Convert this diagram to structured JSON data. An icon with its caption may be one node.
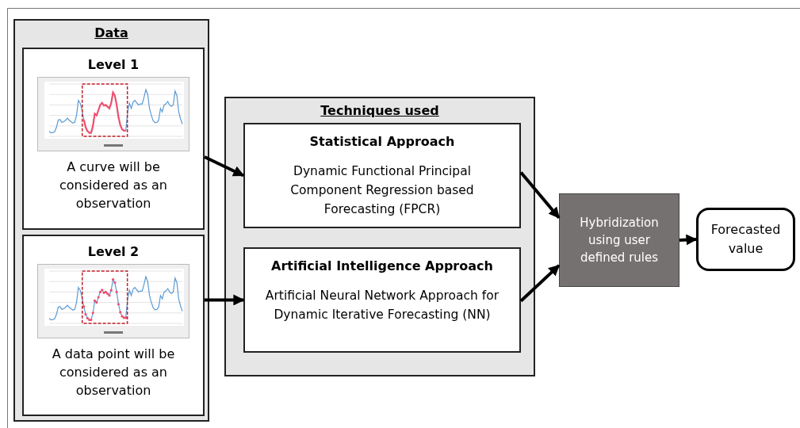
{
  "diagram": {
    "nodes": [
      {
        "text": [
          "Data"
        ]
      },
      {
        "text": [
          "Level 1",
          "A curve will be considered as an observation"
        ],
        "in": 0
      },
      {
        "text": [
          "Level 2",
          "A data point will be considered as an observation"
        ],
        "in": 0
      },
      {
        "text": [
          "Techniques used"
        ]
      },
      {
        "text": [
          "Statistical Approach",
          "Dynamic Functional Principal Component Regression based Forecasting (FPCR)"
        ],
        "in": 3
      },
      {
        "text": [
          "Artificial Intelligence Approach",
          "Artificial Neural Network Approach for Dynamic Iterative Forecasting (NN)"
        ],
        "in": 3
      },
      {
        "text": [
          "Hybridization using user defined rules"
        ]
      },
      {
        "text": [
          "Forecasted value"
        ]
      }
    ],
    "edges": [
      {
        "from": 1,
        "to": 4,
        "arrow": "to"
      },
      {
        "from": 2,
        "to": 5,
        "arrow": "to"
      },
      {
        "from": 4,
        "to": 6,
        "arrow": "to"
      },
      {
        "from": 5,
        "to": 6,
        "arrow": "to"
      },
      {
        "from": 6,
        "to": 7,
        "arrow": "to"
      }
    ]
  }
}
